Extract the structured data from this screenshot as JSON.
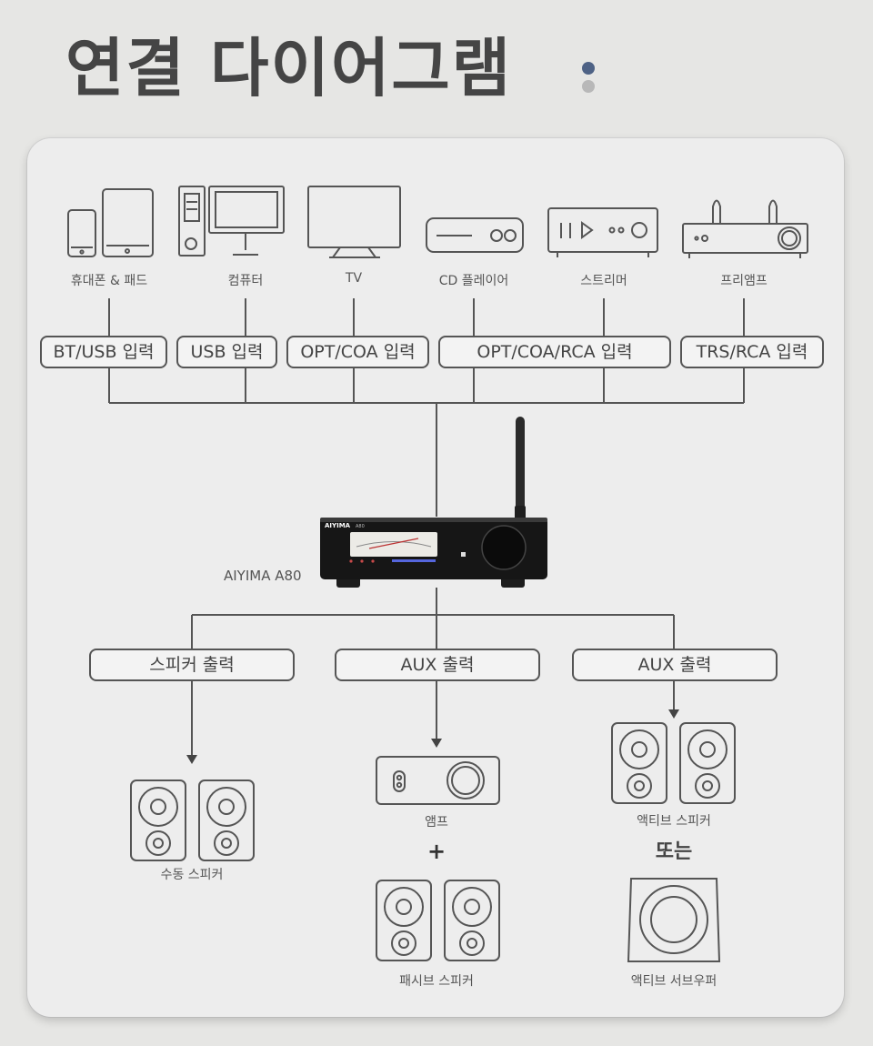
{
  "title": "연결 다이어그램",
  "colors": {
    "accent_dot": "#4e6285",
    "grey_dot": "#b8b8b8",
    "line": "#555555",
    "background": "#e6e6e4",
    "card": "#ededed"
  },
  "sources": [
    {
      "label": "휴대폰 & 패드",
      "icon": "phone-tablet-icon"
    },
    {
      "label": "컴퓨터",
      "icon": "computer-icon"
    },
    {
      "label": "TV",
      "icon": "tv-icon"
    },
    {
      "label": "CD 플레이어",
      "icon": "cd-player-icon"
    },
    {
      "label": "스트리머",
      "icon": "streamer-icon"
    },
    {
      "label": "프리앰프",
      "icon": "preamp-icon"
    }
  ],
  "inputs": [
    "BT/USB 입력",
    "USB 입력",
    "OPT/COA 입력",
    "OPT/COA/RCA 입력",
    "TRS/RCA 입력"
  ],
  "device": {
    "name": "AIYIMA A80",
    "brand": "AIYIMA",
    "model": "A80"
  },
  "outputs": [
    "스피커 출력",
    "AUX 출력",
    "AUX 출력"
  ],
  "targets": {
    "passive_speakers": "수동 스피커",
    "amp": "앰프",
    "plus": "+",
    "passive_speakers_2": "패시브 스피커",
    "active_speakers": "액티브 스피커",
    "or": "또는",
    "active_subwoofer": "액티브 서브우퍼"
  }
}
